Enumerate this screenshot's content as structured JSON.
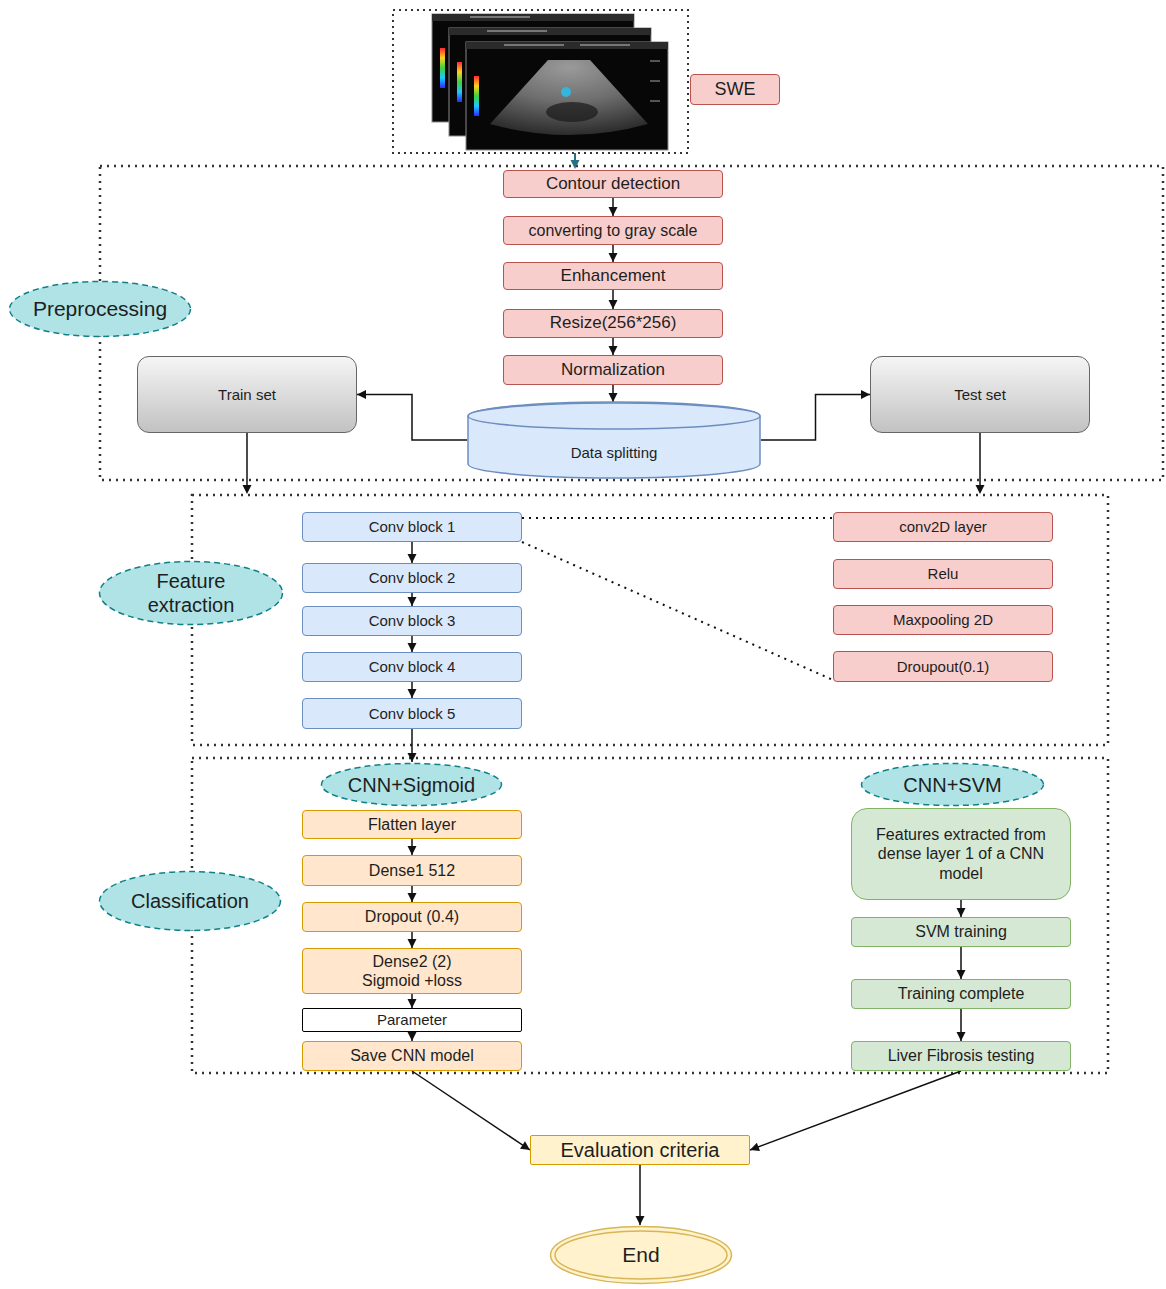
{
  "diagram": {
    "nodes": [
      {
        "text": [
          "SWE"
        ]
      },
      {
        "text": [
          "Contour detection"
        ]
      },
      {
        "text": [
          "converting to gray scale"
        ]
      },
      {
        "text": [
          "Enhancement"
        ]
      },
      {
        "text": [
          "Resize(256*256)"
        ]
      },
      {
        "text": [
          "Normalization"
        ]
      },
      {
        "text": [
          "Preprocessing"
        ]
      },
      {
        "text": [
          "Train set"
        ]
      },
      {
        "text": [
          "Data splitting"
        ]
      },
      {
        "text": [
          "Test set"
        ]
      },
      {
        "text": [
          "Feature extraction"
        ]
      },
      {
        "text": [
          "Conv block 1"
        ]
      },
      {
        "text": [
          "Conv block 2"
        ]
      },
      {
        "text": [
          "Conv block 3"
        ]
      },
      {
        "text": [
          "Conv block 4"
        ]
      },
      {
        "text": [
          "Conv block 5"
        ]
      },
      {
        "text": [
          "conv2D layer"
        ]
      },
      {
        "text": [
          "Relu"
        ]
      },
      {
        "text": [
          "Maxpooling 2D"
        ]
      },
      {
        "text": [
          "Droupout(0.1)"
        ]
      },
      {
        "text": [
          "CNN+Sigmoid"
        ]
      },
      {
        "text": [
          "CNN+SVM"
        ]
      },
      {
        "text": [
          "Classification"
        ]
      },
      {
        "text": [
          "Flatten layer"
        ]
      },
      {
        "text": [
          "Dense1 512"
        ]
      },
      {
        "text": [
          "Dropout (0.4)"
        ]
      },
      {
        "text": [
          "Dense2 (2) Sigmoid +loss"
        ]
      },
      {
        "text": [
          "Parameter"
        ]
      },
      {
        "text": [
          "Save CNN model"
        ]
      },
      {
        "text": [
          "Features extracted from dense layer 1 of a CNN model"
        ]
      },
      {
        "text": [
          "SVM training"
        ]
      },
      {
        "text": [
          "Training complete"
        ]
      },
      {
        "text": [
          "Liver Fibrosis testing"
        ]
      },
      {
        "text": [
          "Evaluation criteria"
        ]
      },
      {
        "text": [
          "End"
        ]
      }
    ],
    "edges": [
      {
        "from": 1,
        "to": 2,
        "arrow": "to"
      },
      {
        "from": 2,
        "to": 3,
        "arrow": "to"
      },
      {
        "from": 3,
        "to": 4,
        "arrow": "to"
      },
      {
        "from": 4,
        "to": 5,
        "arrow": "to"
      },
      {
        "from": 5,
        "to": 8,
        "arrow": "to"
      },
      {
        "from": 8,
        "to": 7,
        "arrow": "to"
      },
      {
        "from": 8,
        "to": 9,
        "arrow": "to"
      },
      {
        "from": 11,
        "to": 12,
        "arrow": "to"
      },
      {
        "from": 12,
        "to": 13,
        "arrow": "to"
      },
      {
        "from": 13,
        "to": 14,
        "arrow": "to"
      },
      {
        "from": 14,
        "to": 15,
        "arrow": "to"
      },
      {
        "from": 11,
        "to": 16,
        "arrow": "none"
      },
      {
        "from": 11,
        "to": 19,
        "arrow": "none"
      },
      {
        "from": 15,
        "to": 20,
        "arrow": "to"
      },
      {
        "from": 23,
        "to": 24,
        "arrow": "to"
      },
      {
        "from": 24,
        "to": 25,
        "arrow": "to"
      },
      {
        "from": 25,
        "to": 26,
        "arrow": "to"
      },
      {
        "from": 26,
        "to": 27,
        "arrow": "to"
      },
      {
        "from": 27,
        "to": 28,
        "arrow": "to"
      },
      {
        "from": 29,
        "to": 30,
        "arrow": "to"
      },
      {
        "from": 30,
        "to": 31,
        "arrow": "to"
      },
      {
        "from": 31,
        "to": 32,
        "arrow": "to"
      },
      {
        "from": 28,
        "to": 33,
        "arrow": "to"
      },
      {
        "from": 32,
        "to": 33,
        "arrow": "to"
      },
      {
        "from": 33,
        "to": 34,
        "arrow": "to"
      }
    ]
  }
}
